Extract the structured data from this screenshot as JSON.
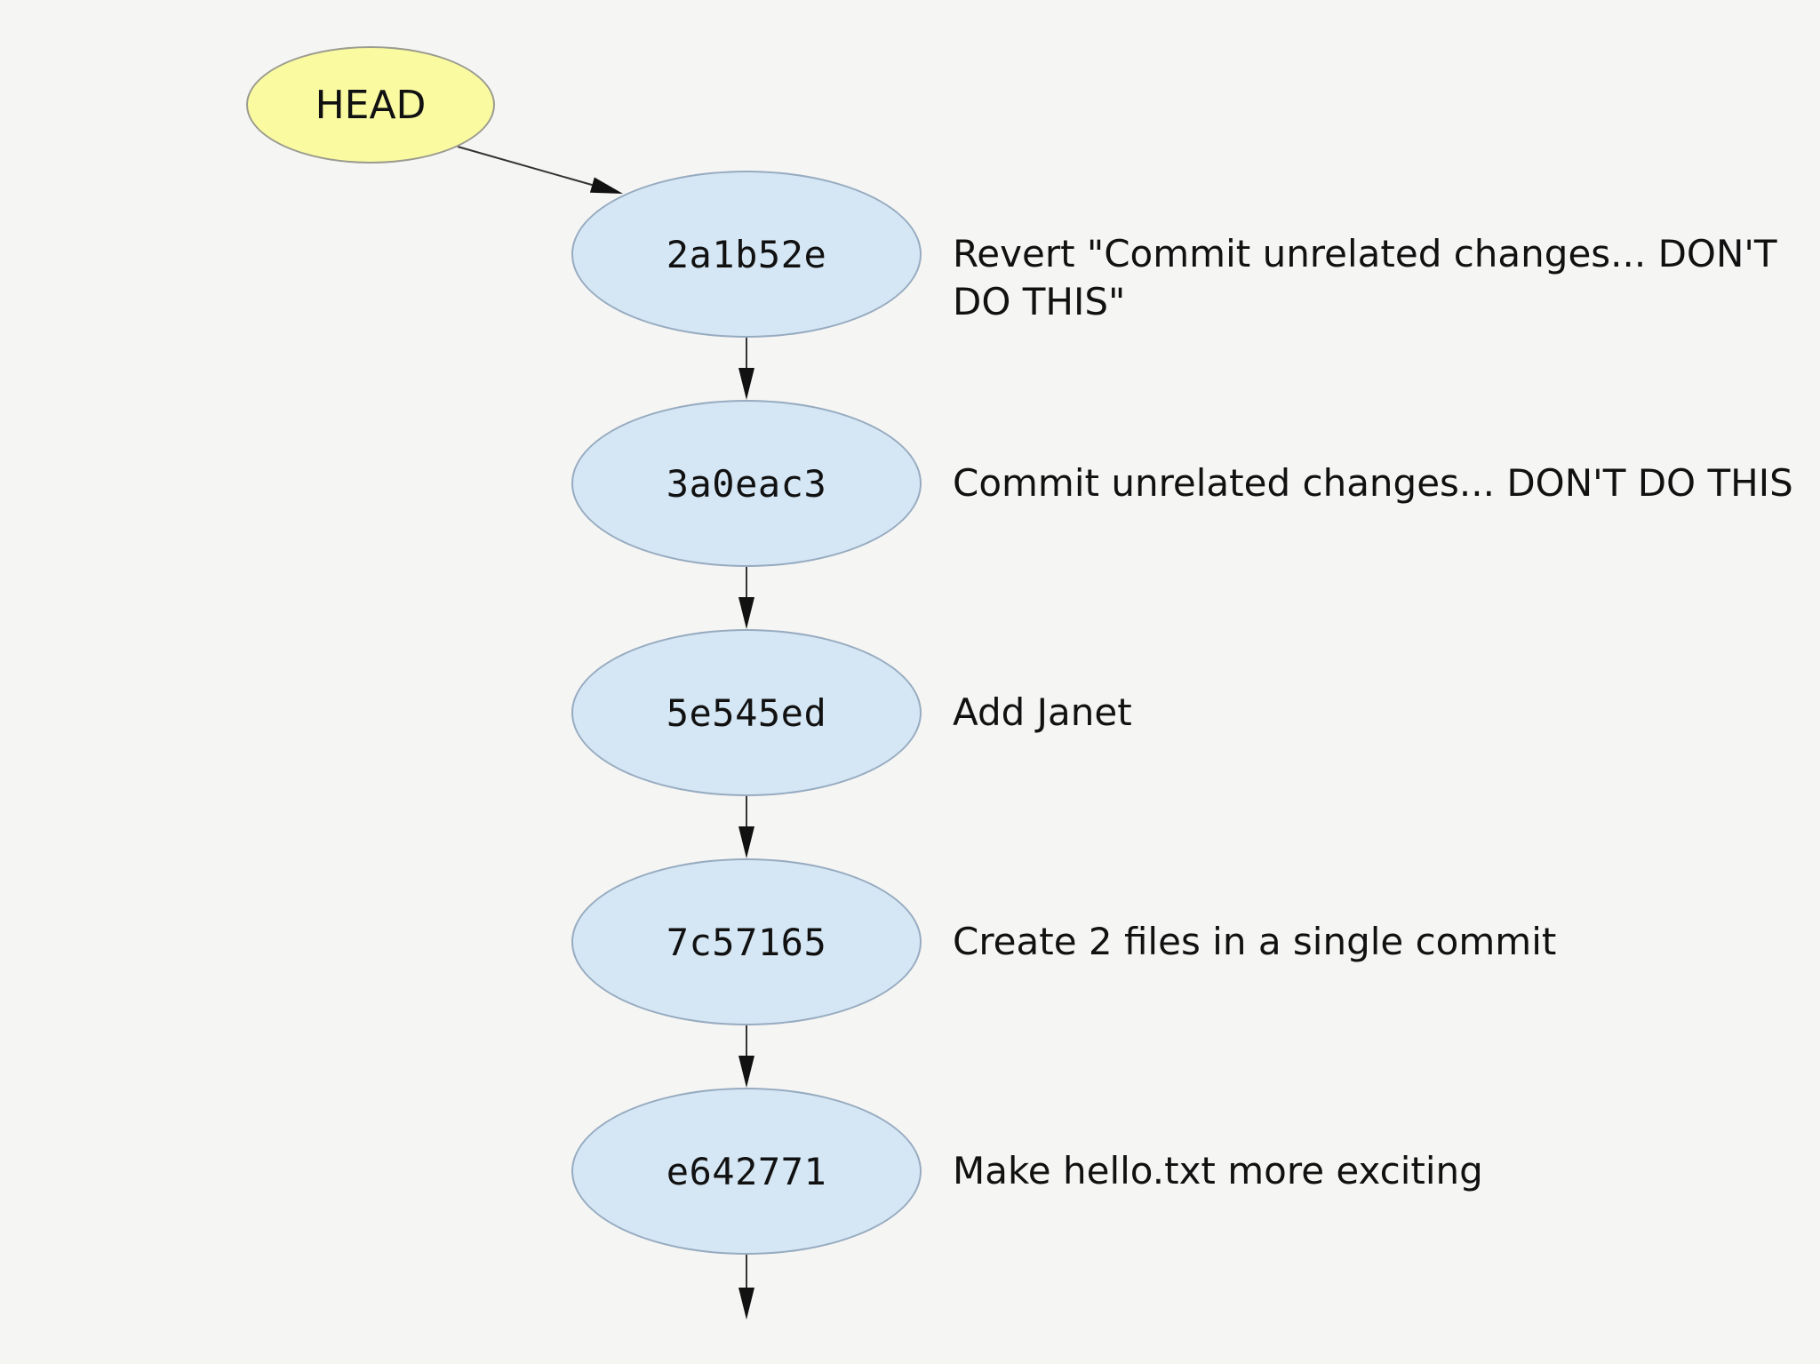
{
  "diagram": {
    "type": "git-commit-graph",
    "head": {
      "label": "HEAD"
    },
    "commits": [
      {
        "hash": "2a1b52e",
        "message": "Revert \"Commit unrelated changes... DON'T DO THIS\""
      },
      {
        "hash": "3a0eac3",
        "message": "Commit unrelated changes... DON'T DO THIS"
      },
      {
        "hash": "5e545ed",
        "message": "Add Janet"
      },
      {
        "hash": "7c57165",
        "message": "Create 2 files in a single commit"
      },
      {
        "hash": "e642771",
        "message": "Make hello.txt more exciting"
      }
    ],
    "colors": {
      "background": "#f5f5f4",
      "head_fill": "#fafaa1",
      "head_border": "#9b9b8f",
      "commit_fill": "#d5e7f4",
      "commit_border": "#97abc0",
      "arrow_line": "#333333",
      "arrow_head": "#111111",
      "text": "#111111"
    }
  }
}
